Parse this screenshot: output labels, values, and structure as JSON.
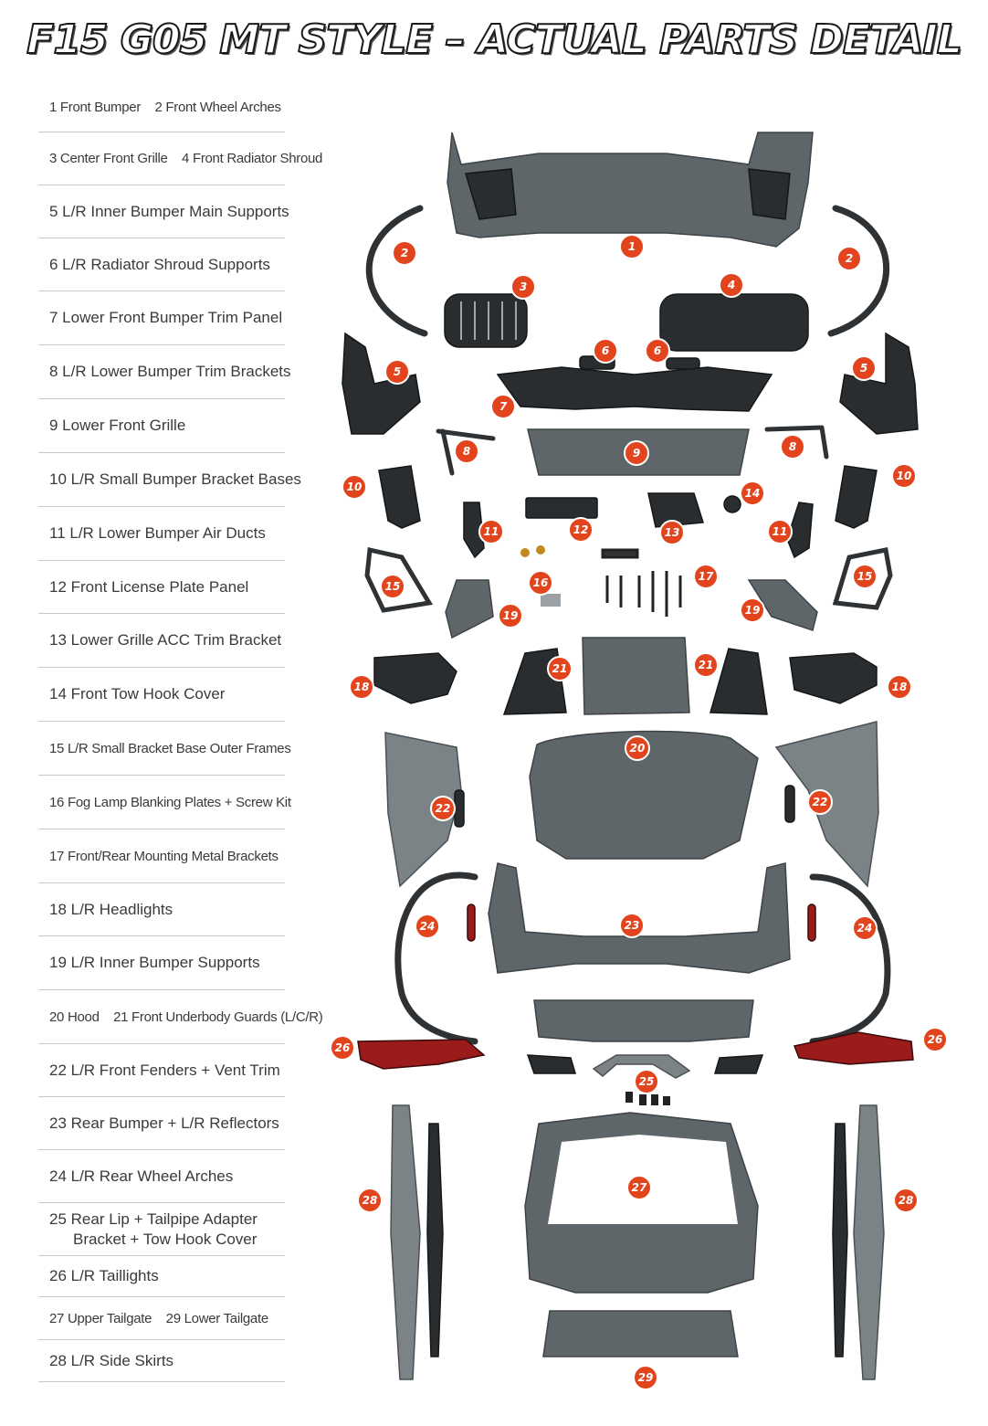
{
  "title": "F15 G05 MT STYLE – ACTUAL PARTS DETAIL",
  "legend": [
    {
      "text": "1 Front Bumper    2 Front Wheel Arches",
      "condensed": true
    },
    {
      "text": "3 Center Front Grille    4 Front Radiator Shroud",
      "condensed": true
    },
    {
      "text": "5 L/R Inner Bumper Main Supports"
    },
    {
      "text": "6 L/R Radiator Shroud Supports"
    },
    {
      "text": "7 Lower Front Bumper Trim Panel"
    },
    {
      "text": "8 L/R Lower Bumper Trim Brackets"
    },
    {
      "text": "9 Lower Front Grille"
    },
    {
      "text": "10 L/R Small Bumper Bracket Bases"
    },
    {
      "text": "11 L/R Lower Bumper Air Ducts"
    },
    {
      "text": "12 Front License Plate Panel"
    },
    {
      "text": "13 Lower Grille ACC Trim Bracket"
    },
    {
      "text": "14 Front Tow Hook Cover"
    },
    {
      "text": "15 L/R Small Bracket Base Outer Frames",
      "condensed": true
    },
    {
      "text": "16 Fog Lamp Blanking Plates + Screw Kit",
      "condensed": true
    },
    {
      "text": "17 Front/Rear Mounting Metal Brackets",
      "condensed": true
    },
    {
      "text": "18 L/R Headlights"
    },
    {
      "text": "19 L/R Inner Bumper Supports"
    },
    {
      "text": "20 Hood    21 Front Underbody Guards (L/C/R)",
      "condensed": true
    },
    {
      "text": "22 L/R Front Fenders + Vent Trim"
    },
    {
      "text": "23 Rear Bumper + L/R Reflectors"
    },
    {
      "text": "24 L/R Rear Wheel Arches"
    },
    {
      "text": "25 Rear Lip + Tailpipe Adapter",
      "text2": "Bracket + Tow Hook Cover"
    },
    {
      "text": "26 L/R Taillights"
    },
    {
      "text": "27 Upper Tailgate    29 Lower Tailgate",
      "condensed": true
    },
    {
      "text": "28 L/R Side Skirts"
    }
  ],
  "badges": [
    "1",
    "2",
    "2",
    "3",
    "4",
    "5",
    "5",
    "6",
    "6",
    "7",
    "8",
    "8",
    "9",
    "10",
    "10",
    "11",
    "11",
    "12",
    "13",
    "14",
    "15",
    "15",
    "16",
    "17",
    "18",
    "18",
    "19",
    "19",
    "20",
    "21",
    "21",
    "22",
    "22",
    "23",
    "24",
    "24",
    "25",
    "26",
    "26",
    "27",
    "28",
    "28",
    "29"
  ],
  "colors": {
    "badge": "#e2451d",
    "part": "#5f6669",
    "accent_red": "#9b1b1b"
  }
}
